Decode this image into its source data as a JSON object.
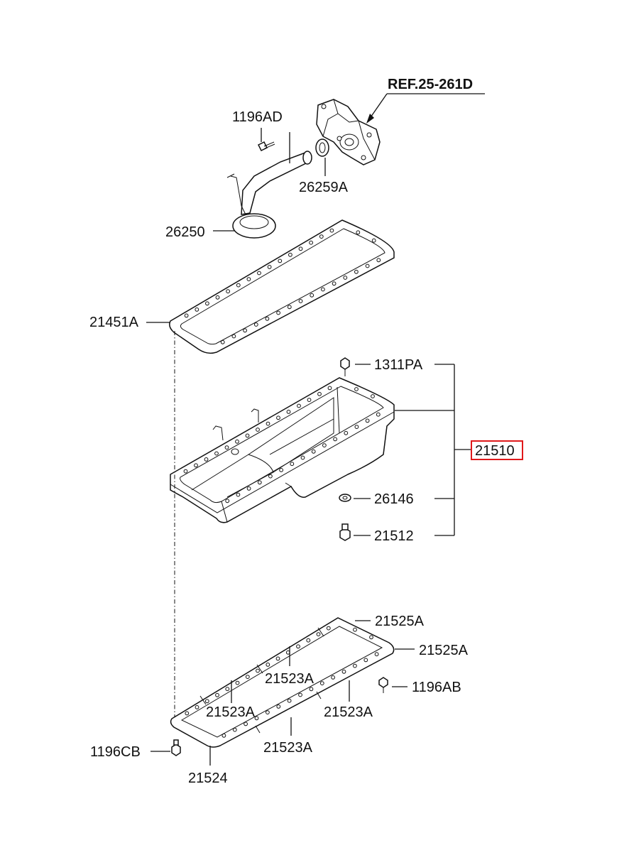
{
  "reference": {
    "text": "REF.25-261D"
  },
  "callouts": [
    {
      "id": "1196AD",
      "text": "1196AD"
    },
    {
      "id": "26259A",
      "text": "26259A"
    },
    {
      "id": "26250",
      "text": "26250"
    },
    {
      "id": "21451A",
      "text": "21451A"
    },
    {
      "id": "1311PA",
      "text": "1311PA"
    },
    {
      "id": "21510",
      "text": "21510",
      "highlighted": true
    },
    {
      "id": "26146",
      "text": "26146"
    },
    {
      "id": "21512",
      "text": "21512"
    },
    {
      "id": "21525A-1",
      "text": "21525A"
    },
    {
      "id": "21525A-2",
      "text": "21525A"
    },
    {
      "id": "21523A-1",
      "text": "21523A"
    },
    {
      "id": "1196AB",
      "text": "1196AB"
    },
    {
      "id": "21523A-2",
      "text": "21523A"
    },
    {
      "id": "21523A-3",
      "text": "21523A"
    },
    {
      "id": "21523A-4",
      "text": "21523A"
    },
    {
      "id": "1196CB",
      "text": "1196CB"
    },
    {
      "id": "21524",
      "text": "21524"
    }
  ],
  "colors": {
    "highlight": "#e0191b",
    "line": "#111111",
    "background": "#ffffff"
  }
}
